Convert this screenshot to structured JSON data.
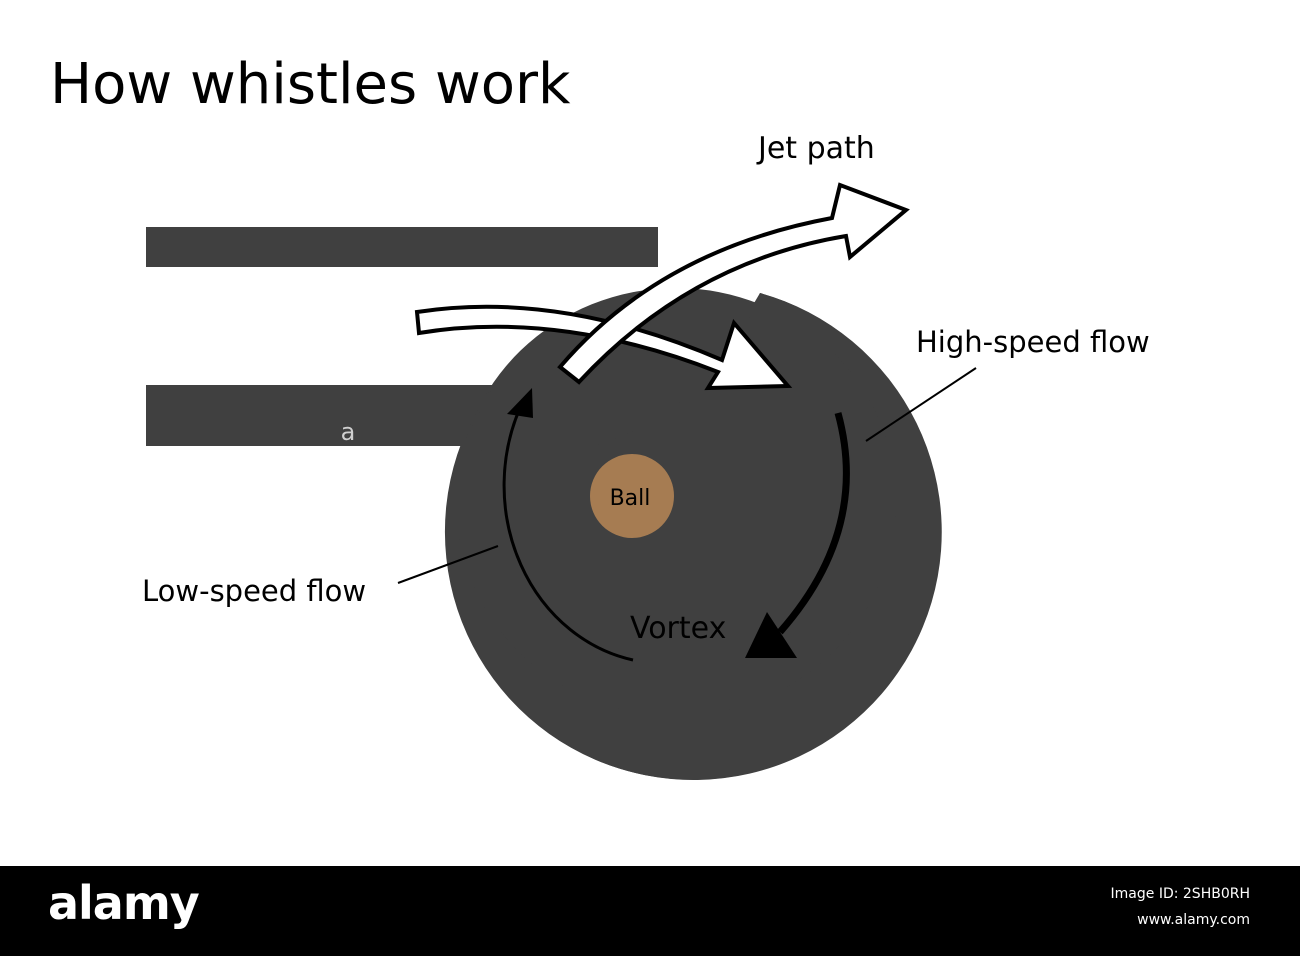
{
  "title": "How whistles work",
  "labels": {
    "jet_path": "Jet path",
    "high_speed_flow": "High-speed flow",
    "low_speed_flow": "Low-speed flow",
    "vortex": "Vortex",
    "ball": "Ball",
    "watermark": "a"
  },
  "colors": {
    "whistle_body": "#404040",
    "ball": "#a67c52",
    "background": "#ffffff",
    "footer": "#000000"
  },
  "footer": {
    "brand": "alamy",
    "image_id": "Image ID: 2SHB0RH",
    "site": "www.alamy.com"
  }
}
